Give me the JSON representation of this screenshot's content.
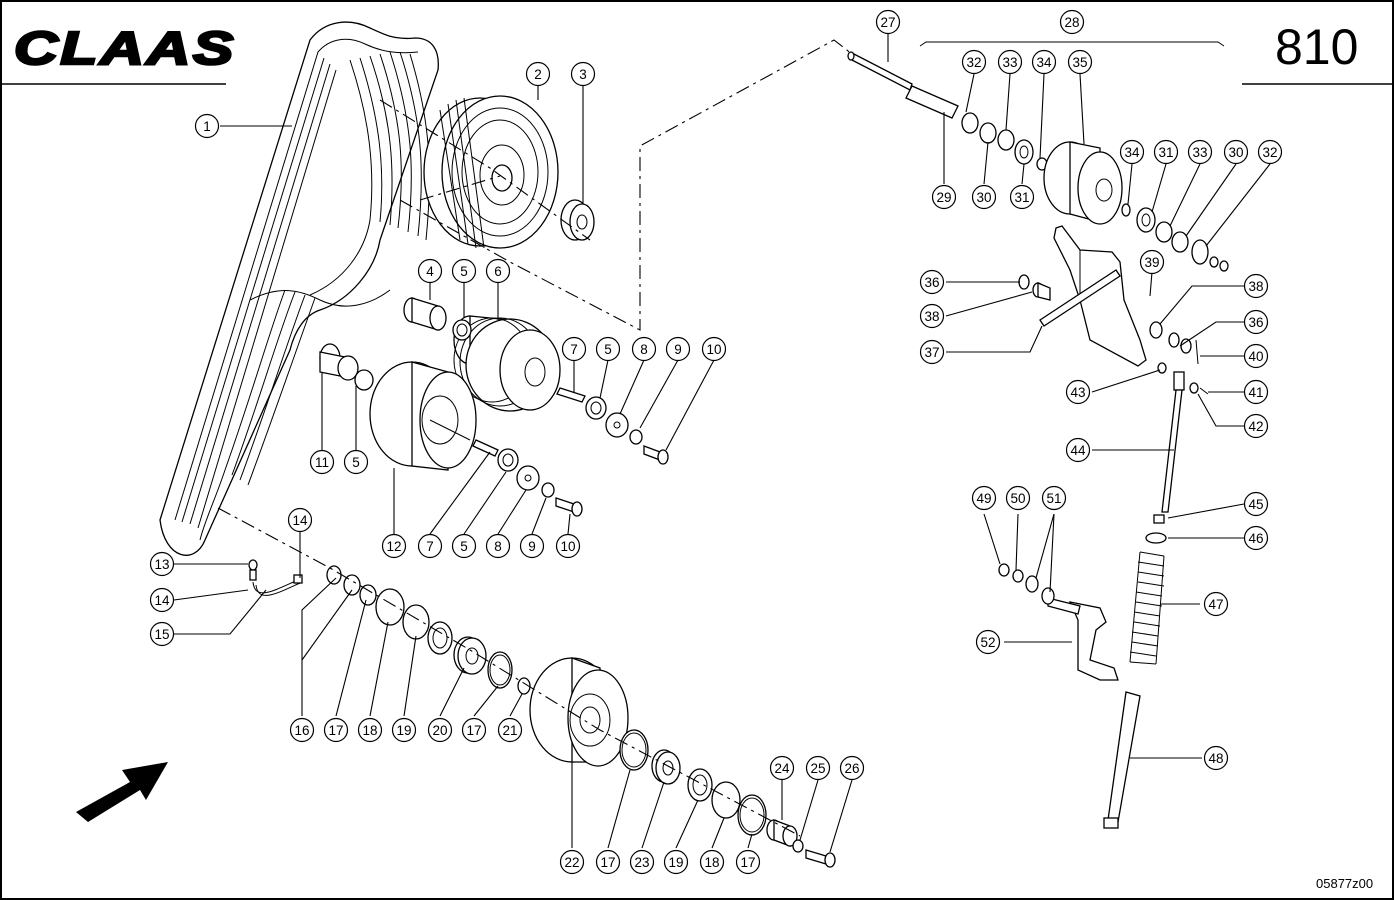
{
  "header": {
    "brand": "CLAAS",
    "page_number": "810"
  },
  "footer": {
    "drawing_ref": "05877z00"
  },
  "callouts": [
    {
      "n": "1"
    },
    {
      "n": "2"
    },
    {
      "n": "3"
    },
    {
      "n": "4"
    },
    {
      "n": "5"
    },
    {
      "n": "6"
    },
    {
      "n": "7"
    },
    {
      "n": "5"
    },
    {
      "n": "8"
    },
    {
      "n": "9"
    },
    {
      "n": "10"
    },
    {
      "n": "11"
    },
    {
      "n": "5"
    },
    {
      "n": "12"
    },
    {
      "n": "7"
    },
    {
      "n": "5"
    },
    {
      "n": "8"
    },
    {
      "n": "9"
    },
    {
      "n": "10"
    },
    {
      "n": "13"
    },
    {
      "n": "14"
    },
    {
      "n": "14"
    },
    {
      "n": "15"
    },
    {
      "n": "16"
    },
    {
      "n": "17"
    },
    {
      "n": "18"
    },
    {
      "n": "19"
    },
    {
      "n": "20"
    },
    {
      "n": "17"
    },
    {
      "n": "21"
    },
    {
      "n": "22"
    },
    {
      "n": "17"
    },
    {
      "n": "23"
    },
    {
      "n": "19"
    },
    {
      "n": "18"
    },
    {
      "n": "17"
    },
    {
      "n": "24"
    },
    {
      "n": "25"
    },
    {
      "n": "26"
    },
    {
      "n": "27"
    },
    {
      "n": "28"
    },
    {
      "n": "32"
    },
    {
      "n": "33"
    },
    {
      "n": "34"
    },
    {
      "n": "35"
    },
    {
      "n": "29"
    },
    {
      "n": "30"
    },
    {
      "n": "31"
    },
    {
      "n": "34"
    },
    {
      "n": "31"
    },
    {
      "n": "33"
    },
    {
      "n": "30"
    },
    {
      "n": "32"
    },
    {
      "n": "36"
    },
    {
      "n": "39"
    },
    {
      "n": "38"
    },
    {
      "n": "38"
    },
    {
      "n": "36"
    },
    {
      "n": "37"
    },
    {
      "n": "40"
    },
    {
      "n": "43"
    },
    {
      "n": "41"
    },
    {
      "n": "42"
    },
    {
      "n": "44"
    },
    {
      "n": "49"
    },
    {
      "n": "50"
    },
    {
      "n": "51"
    },
    {
      "n": "45"
    },
    {
      "n": "46"
    },
    {
      "n": "47"
    },
    {
      "n": "52"
    },
    {
      "n": "48"
    }
  ]
}
